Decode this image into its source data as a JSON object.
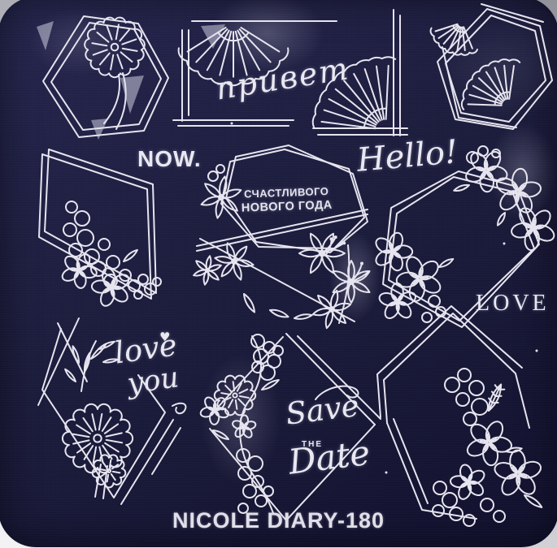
{
  "photo": {
    "subject": "nail-art-stamping-plate",
    "brand_label": "NICOLE DIARY-180",
    "colors": {
      "plate": "#1d1d3e",
      "etch": "#e9e7f1",
      "backdrop": "#bdbdc4"
    },
    "captions": {
      "now": "NOW.",
      "hello": "Hello!",
      "privet": "привет",
      "ny_line1": "Счастливого",
      "ny_line2": "Нового Года",
      "love_script_1": "love",
      "love_script_2": "you",
      "heart": "♥",
      "save": "Save",
      "the": "THE",
      "date": "Date",
      "love_caps": "LOVE"
    },
    "motifs": [
      "hexagon-frame-poppy",
      "corner-frames-fan-shells",
      "hexagon-frame-fan-shells",
      "diamond-frame-berry-flowers",
      "hexagon-frame-new-year-lilies",
      "hexagon-frame-blossom-corners",
      "diamond-frame-leafy-poppy",
      "diamond-frame-blossom-branch",
      "pentagon-frame-flower-cluster"
    ]
  }
}
